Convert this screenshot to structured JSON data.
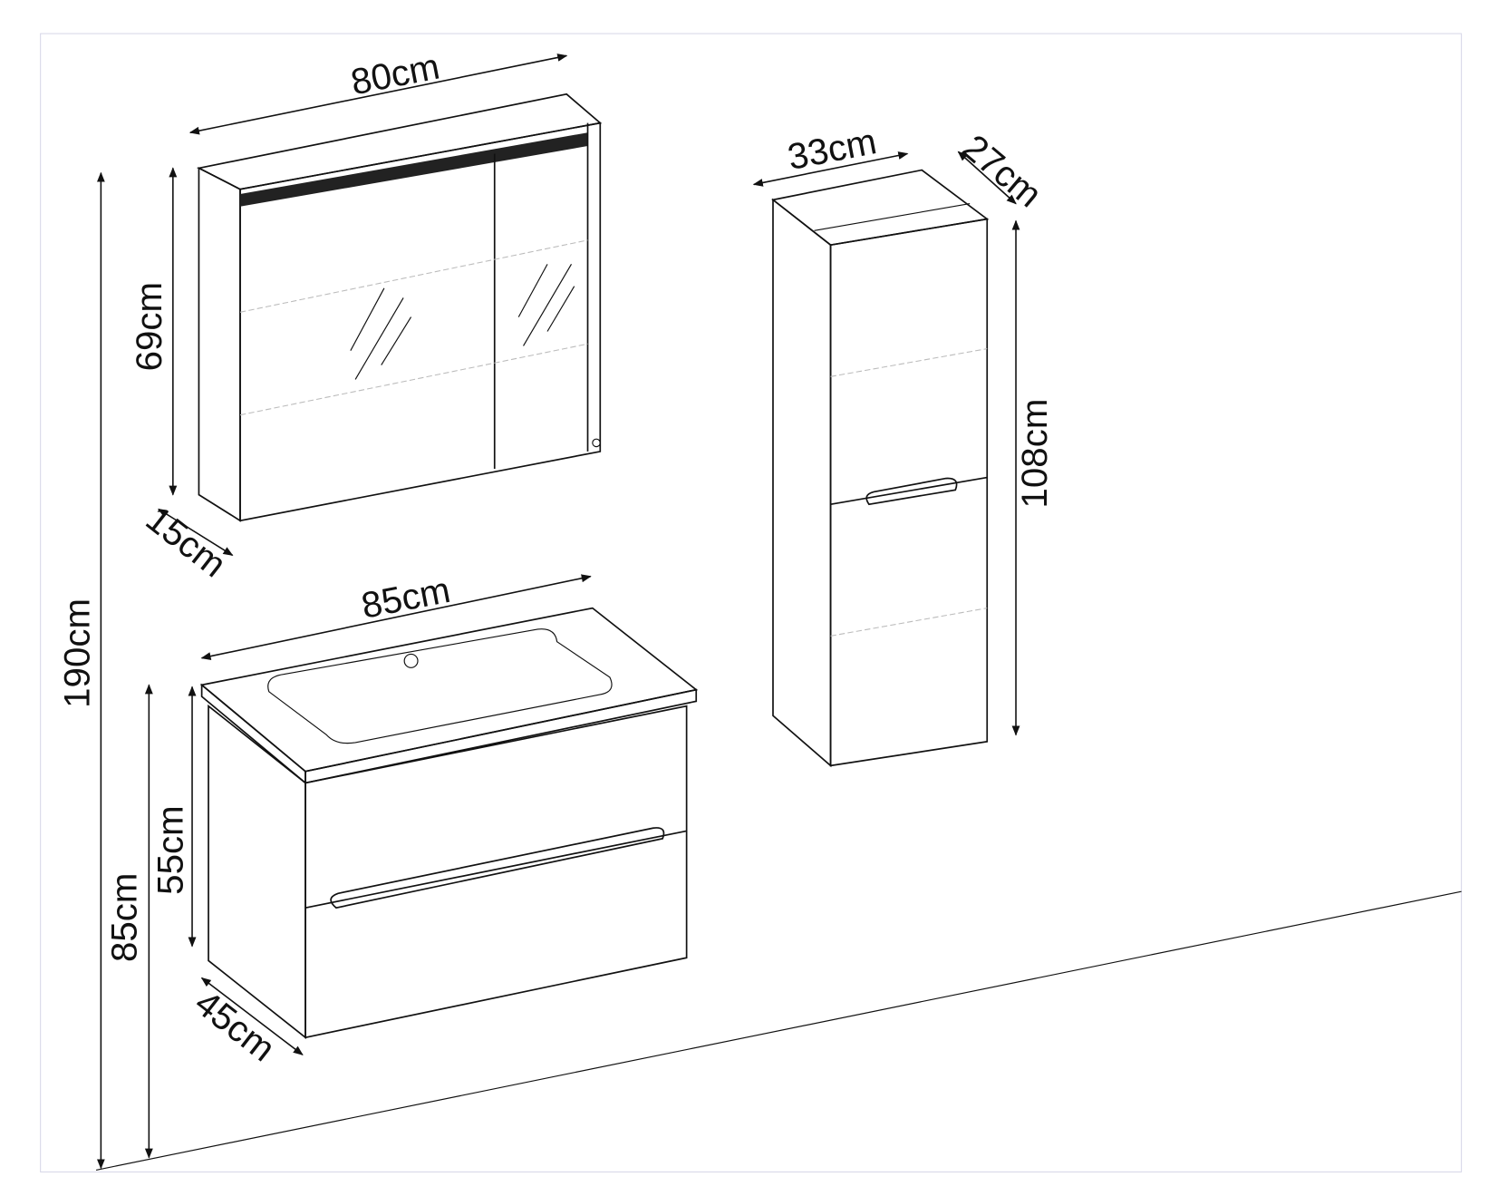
{
  "colors": {
    "line": "#111111",
    "frame": "#d8d8e8",
    "led_strip": "#222222"
  },
  "dimensions": {
    "total_height": "190cm",
    "vanity_mount_height": "85cm",
    "vanity_height": "55cm",
    "vanity_width": "85cm",
    "vanity_depth": "45cm",
    "mirror_width": "80cm",
    "mirror_height": "69cm",
    "mirror_depth": "15cm",
    "tall_width": "33cm",
    "tall_depth": "27cm",
    "tall_height": "108cm"
  }
}
